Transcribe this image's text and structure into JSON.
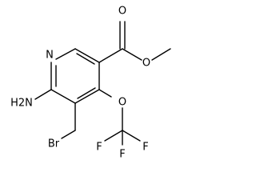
{
  "molecule": {
    "atoms": {
      "ring_n": "N",
      "carbonyl_o": "O",
      "ester_o": "O",
      "amino": "H2N",
      "ether_o": "O",
      "bromine": "Br",
      "f_left": "F",
      "f_mid": "F",
      "f_right": "F"
    }
  }
}
